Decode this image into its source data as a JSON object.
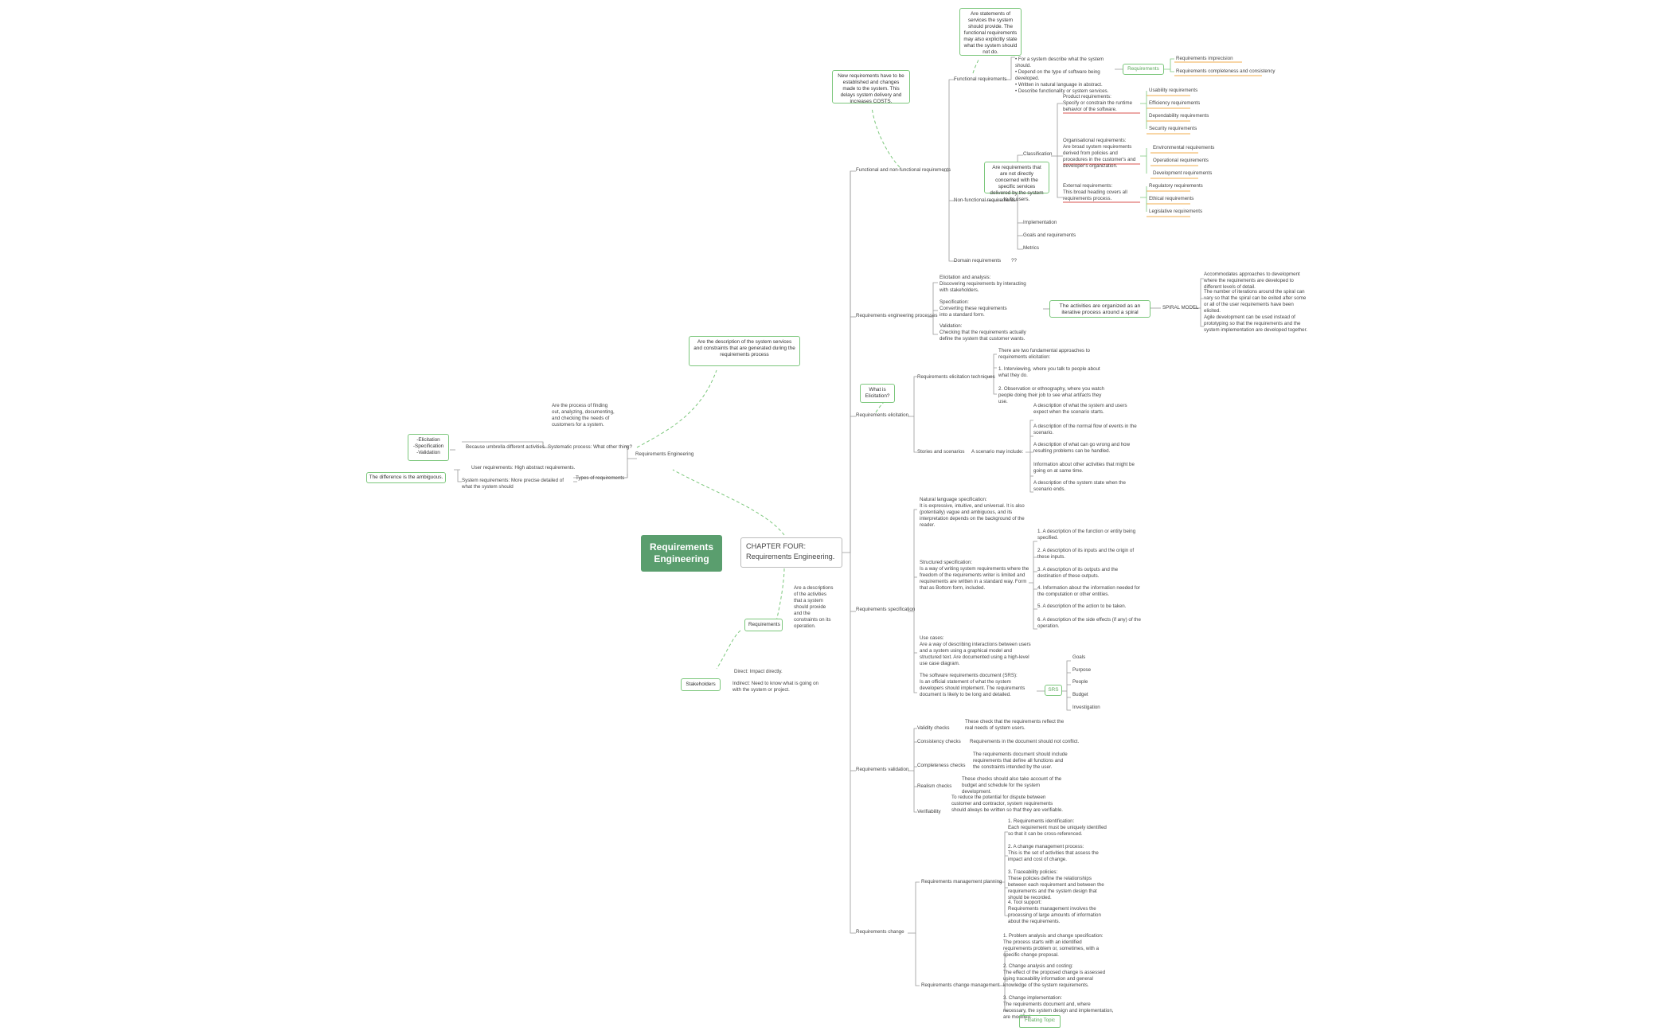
{
  "central": {
    "title": "Requirements Engineering"
  },
  "chapter": {
    "title": "CHAPTER FOUR:\nRequirements Engineering."
  },
  "left": {
    "re_node": "Requirements Engineering",
    "re_desc": "Are the description of the system services and constraints that are generated during the requirements process",
    "re_process_def": "Are the process of finding out, analyzing, documenting, and checking the needs of customers for a system.",
    "systematic": "Systematic process: What other thing?",
    "because": "Because umbrella different activities.",
    "activities_box": "-Elicitation\n-Specification\n-Validation",
    "types_label": "Types of requirements",
    "user_req": "User requirements: High abstract requirements.",
    "system_req": "System requirements: More precise detailed of what the system should",
    "difference": "The difference is the ambiguous.",
    "requirements_node": "Requirements",
    "requirements_def": "Are a descriptions of the activities that a system should provide and the constraints on its operation.",
    "stakeholders": "Stakeholders",
    "direct": "Direct: Impact directly.",
    "indirect": "Indirect: Need to know what is going on with the system or project."
  },
  "fnf": {
    "label": "Functional and non-functional requirements",
    "new_req": "New requirements have to be established and changes made to the system. This delays system delivery and increases COSTS.",
    "functional": "Functional requirements",
    "func_stmt": "Are statements of services the system should provide. The functional requirements may also explicitly state what the system should not do.",
    "func_bullets": "• For a system describe what the system should.\n• Depend on the type of software being developed.\n• Written in natural language in abstract.\n• Describe functionality or system services.",
    "requirements_tag": "Requirements",
    "imprecision": "Requirements imprecision",
    "completeness": "Requirements completeness and consistency",
    "non_functional": "Non-functional requirements",
    "nf_def": "Are requirements that are not directly concerned with the specific services delivered by the system to its users.",
    "classification": "Classification",
    "product": "Product requirements:\nSpecify or constrain the runtime behavior of the software.",
    "product_items": [
      "Usability requirements",
      "Efficiency requirements",
      "Dependability requirements",
      "Security requirements"
    ],
    "organisational": "Organisational requirements:\nAre broad system requirements derived from policies and procedures in the customer's and developer's organization.",
    "org_items": [
      "Environmental requirements",
      "Operational requirements",
      "Development requirements"
    ],
    "external": "External requirements:\nThis broad heading covers all requirements process.",
    "ext_items": [
      "Regulatory requirements",
      "Ethical requirements",
      "Legislative requirements"
    ],
    "implementation": "Implementation",
    "goals": "Goals and requirements",
    "metrics": "Metrics",
    "domain": "Domain requirements",
    "domain_q": "??"
  },
  "rep": {
    "label": "Requirements engineering processes",
    "elicitation": "Elicitation and analysis:\nDiscovering requirements by interacting with stakeholders.",
    "specification": "Specification:\nConverting these requirements into a standard form.",
    "validation": "Validation:\nChecking that the requirements actually define the system that customer wants.",
    "spiral_box": "The activities are organized as an iterative process around a spiral",
    "spiral_model": "SPIRAL MODEL",
    "spiral_items": [
      "Accommodates approaches to development where the requirements are developed to different levels of detail.",
      "The number of iterations around the spiral can vary so that the spiral can be exited after some or all of the user requirements have been elicited.",
      "Agile development can be used instead of prototyping so that the requirements and the system implementation are developed together."
    ]
  },
  "elic": {
    "label": "Requirements elicitation",
    "what_box": "What is Elicitation?",
    "techniques": "Requirements elicitation techniques",
    "fundamental": "There are two fundamental approaches to requirements elicitation:",
    "interviewing": "1. Interviewing, where you talk to people about what they do.",
    "observation": "2. Observation or ethnography, where you watch people doing their job to see what artifacts they use.",
    "stories": "Stories and scenarios",
    "scenario_may": "A scenario may include:",
    "scenario_items": [
      "A description of what the system and users expect when the scenario starts.",
      "A description of the normal flow of events in the scenario.",
      "A description of what can go wrong and how resulting problems can be handled.",
      "Information about other activities that might be going on at same time.",
      "A description of the system state when the scenario ends."
    ]
  },
  "spec": {
    "label": "Requirements specification",
    "natural": "Natural language specification:\nIt is expressive, intuitive, and universal. It is also (potentially) vague and ambiguous, and its interpretation depends on the background of the reader.",
    "structured": "Structured specification:\nIs a way of writing system requirements where the freedom of the requirements writer is limited and requirements are written in a standard way. Form that as Bottom form, included.",
    "structured_items": [
      "1. A description of the function or entity being specified.",
      "2. A description of its inputs and the origin of these inputs.",
      "3. A description of its outputs and the destination of these outputs.",
      "4. Information about the information needed for the computation or other entities.",
      "5. A description of the action to be taken.",
      "6. A description of the side effects (if any) of the operation."
    ],
    "use_cases": "Use cases:\nAre a way of describing interactions between users and a system using a graphical model and structured text. Are documented using a high-level use case diagram.",
    "srs_text": "The software requirements document (SRS):\nIs an official statement of what the system developers should implement. The requirements document is likely to be long and detailed.",
    "srs": "SRS",
    "srs_items": [
      "Goals",
      "Purpose",
      "People",
      "Budget",
      "Investigation"
    ]
  },
  "val": {
    "label": "Requirements validation",
    "validity": "Validity checks",
    "validity_t": "These check that the requirements reflect the real needs of system users.",
    "consistency": "Consistency checks",
    "consistency_t": "Requirements in the document should not conflict.",
    "completeness": "Completeness checks",
    "completeness_t": "The requirements document should include requirements that define all functions and the constraints intended by the user.",
    "realism": "Realism checks",
    "realism_t": "These checks should also take account of the budget and schedule for the system development.",
    "verifiability": "Verifiability",
    "verifiability_t": "To reduce the potential for dispute between customer and contractor, system requirements should always be written so that they are verifiable."
  },
  "change": {
    "label": "Requirements change",
    "planning": "Requirements management planning",
    "planning_items": [
      "1. Requirements identification:\nEach requirement must be uniquely identified so that it can be cross-referenced.",
      "2. A change management process:\nThis is the set of activities that assess the impact and cost of change.",
      "3. Traceability policies:\nThese policies define the relationships between each requirement and between the requirements and the system design that should be recorded.",
      "4. Tool support:\nRequirements management involves the processing of large amounts of information about the requirements."
    ],
    "management": "Requirements change management",
    "management_items": [
      "1. Problem analysis and change specification:\nThe process starts with an identified requirements problem or, sometimes, with a specific change proposal.",
      "2. Change analysis and costing:\nThe effect of the proposed change is assessed using traceability information and general knowledge of the system requirements.",
      "3. Change implementation:\nThe requirements document and, where necessary, the system design and implementation, are modified."
    ]
  },
  "floating": "Floating Topic",
  "colors": {
    "central": "#5a9e6e",
    "accent_green": "#7cc77c",
    "line_gray": "#999999",
    "underline_red": "#d9534f",
    "underline_orange": "#f0ad4e"
  }
}
